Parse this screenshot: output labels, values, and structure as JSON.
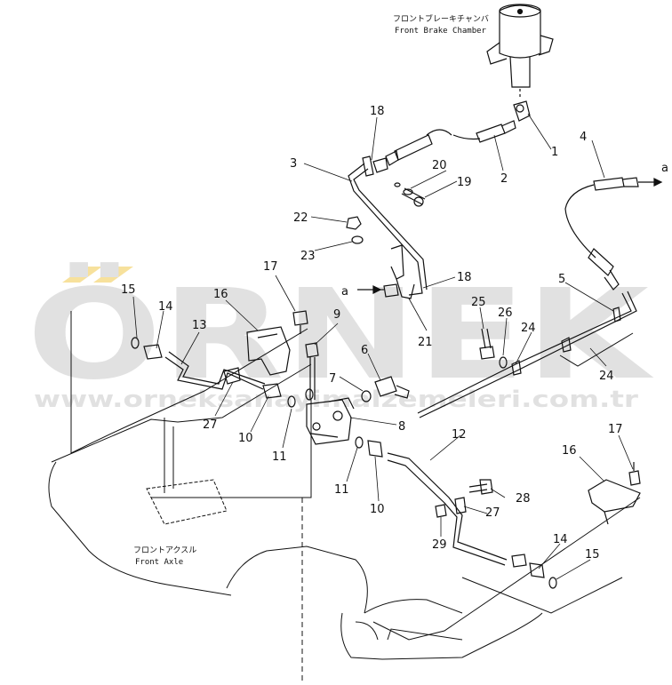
{
  "captions": {
    "brake_chamber_jp": "フロントブレーキチャンバ",
    "brake_chamber_en": "Front Brake Chamber",
    "front_axle_jp": "フロントアクスル",
    "front_axle_en": "Front Axle"
  },
  "arrows": {
    "top_right": "a",
    "left_mid": "a"
  },
  "watermark": {
    "logo": "ÖRNEK",
    "url": "www.orneksanayimalzemeleri.com.tr"
  },
  "part_labels": [
    "1",
    "2",
    "3",
    "4",
    "5",
    "6",
    "7",
    "8",
    "9",
    "10",
    "10",
    "11",
    "11",
    "12",
    "13",
    "14",
    "14",
    "15",
    "15",
    "16",
    "16",
    "17",
    "17",
    "18",
    "18",
    "19",
    "20",
    "21",
    "22",
    "23",
    "24",
    "24",
    "25",
    "26",
    "27",
    "27",
    "28",
    "29"
  ],
  "colors": {
    "line": "#111111",
    "watermark": "#c9c9c9",
    "watermark_accent": "#f2c94c"
  }
}
